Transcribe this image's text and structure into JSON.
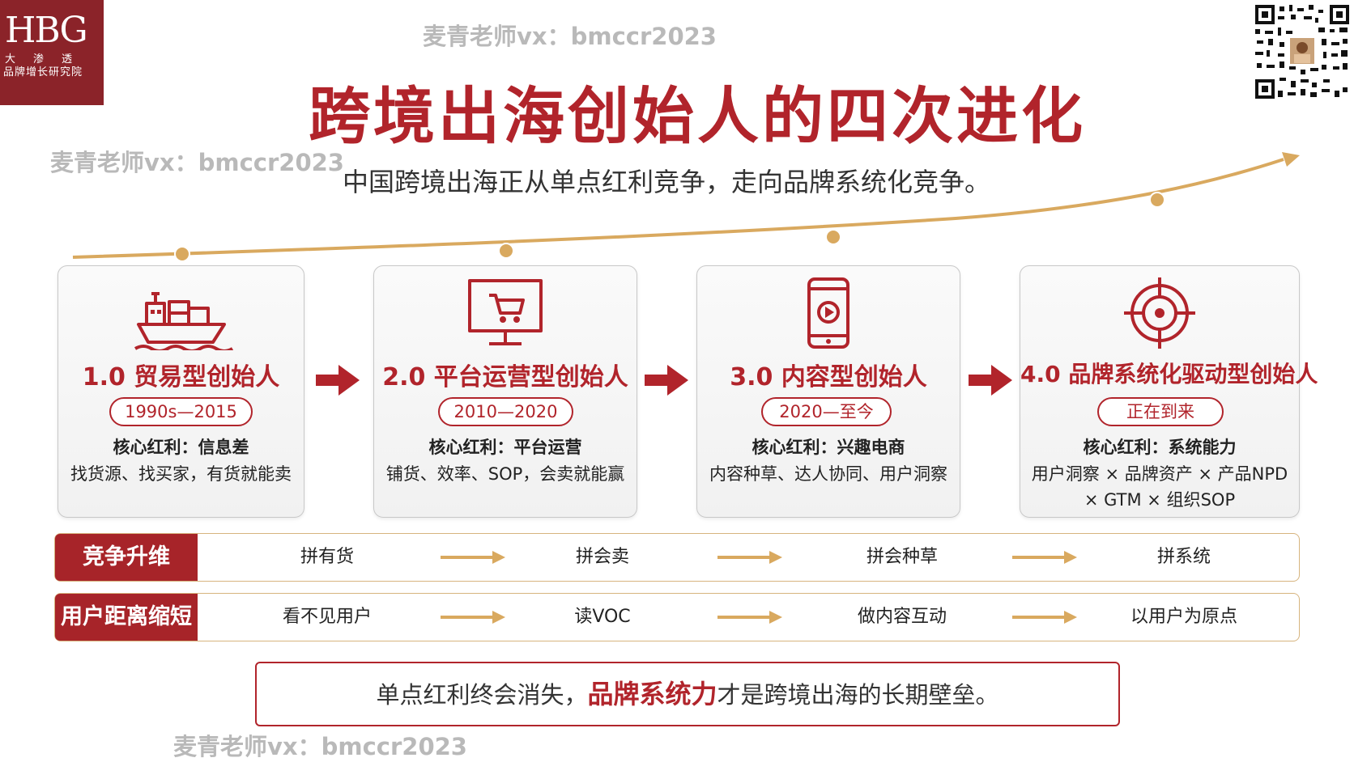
{
  "logo": {
    "mark": "HBG",
    "line1": "大渗透",
    "line2": "品牌增长研究院"
  },
  "watermarks": [
    "麦青老师vx：bmccr2023",
    "麦青老师vx：bmccr2023",
    "麦青老师vx：bmccr2023"
  ],
  "title": "跨境出海创始人的四次进化",
  "subtitle": "中国跨境出海正从单点红利竞争，走向品牌系统化竞争。",
  "qr_icon": "qr-code-icon",
  "stages": [
    {
      "icon": "cargo-ship-icon",
      "title": "1.0 贸易型创始人",
      "period": "1990s—2015",
      "core": "核心红利：信息差",
      "desc": "找货源、找买家，有货就能卖"
    },
    {
      "icon": "monitor-cart-icon",
      "title": "2.0 平台运营型创始人",
      "period": "2010—2020",
      "core": "核心红利：平台运营",
      "desc": "铺货、效率、SOP，会卖就能赢"
    },
    {
      "icon": "smartphone-play-icon",
      "title": "3.0 内容型创始人",
      "period": "2020—至今",
      "core": "核心红利：兴趣电商",
      "desc": "内容种草、达人协同、用户洞察"
    },
    {
      "icon": "target-crosshair-icon",
      "title": "4.0 品牌系统化驱动型创始人",
      "period": "正在到来",
      "core": "核心红利：系统能力",
      "desc": "用户洞察 × 品牌资产 × 产品NPD",
      "desc2": "× GTM × 组织SOP"
    }
  ],
  "rows": [
    {
      "label": "竞争升维",
      "cells": [
        "拼有货",
        "拼会卖",
        "拼会种草",
        "拼系统"
      ]
    },
    {
      "label": "用户距离缩短",
      "cells": [
        "看不见用户",
        "读VOC",
        "做内容互动",
        "以用户为原点"
      ]
    }
  ],
  "summary": {
    "pre": "单点红利终会消失，",
    "highlight": "品牌系统力",
    "post": "才是跨境出海的长期壁垒。"
  },
  "colors": {
    "brand_red": "#b1242b",
    "dark_red": "#8b2329",
    "gold": "#d9a95f",
    "watermark": "#b9b9b9"
  }
}
